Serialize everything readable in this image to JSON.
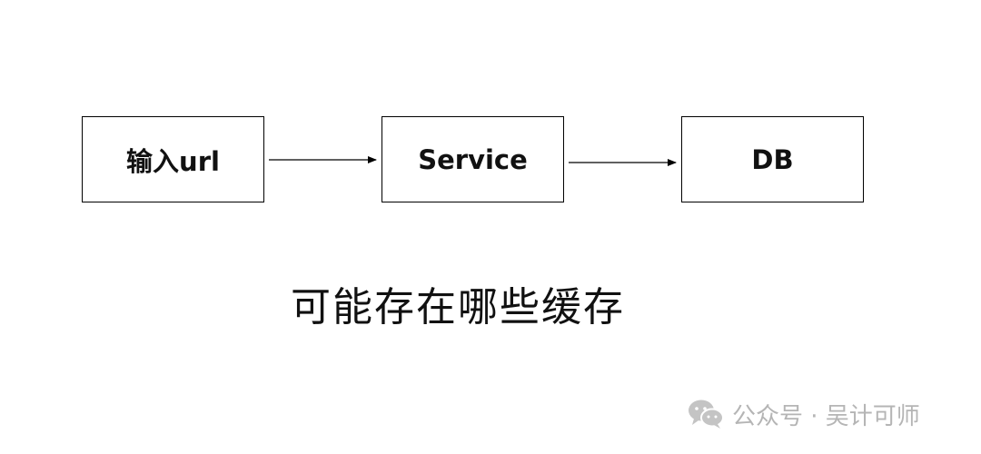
{
  "nodes": [
    {
      "id": "input",
      "label": "输入url"
    },
    {
      "id": "service",
      "label": "Service"
    },
    {
      "id": "db",
      "label": "DB"
    }
  ],
  "edges": [
    {
      "from": "input",
      "to": "service"
    },
    {
      "from": "service",
      "to": "db"
    }
  ],
  "caption": "可能存在哪些缓存",
  "watermark": {
    "text": "公众号 · 吴计可师",
    "icon": "wechat-icon"
  }
}
